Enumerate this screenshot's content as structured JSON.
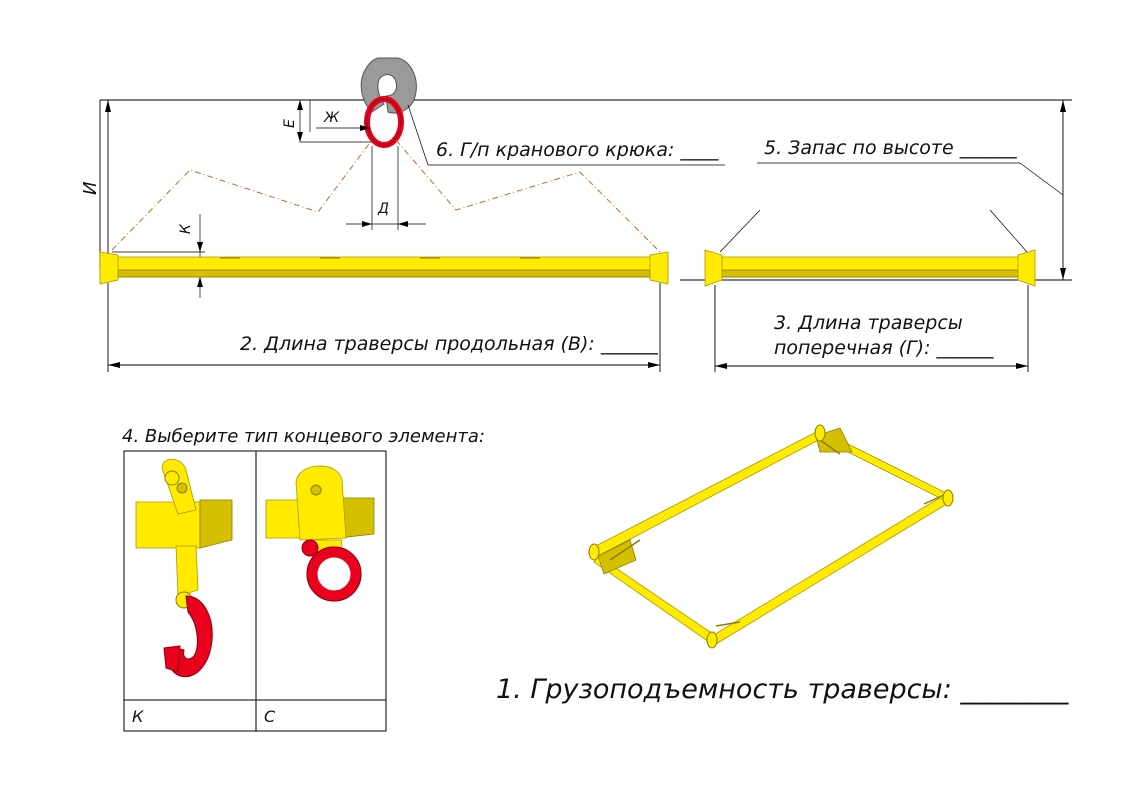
{
  "labels": {
    "hook_opening": "6. Г/п кранового крюка: ____",
    "height_reserve": "5. Запас по высоте ______",
    "long_length": "2. Длина траверсы продольная (В): ______",
    "cross_length_line1": "3. Длина траверсы",
    "cross_length_line2": "поперечная (Г): ______",
    "end_type_title": "4. Выберите тип концевого элемента:",
    "capacity": "1. Грузоподъемность траверсы: ________"
  },
  "dimension_letters": {
    "I": "И",
    "E": "Е",
    "Zh": "Ж",
    "D": "Д",
    "K": "К"
  },
  "options": [
    {
      "code": "К"
    },
    {
      "code": "С"
    }
  ],
  "colors": {
    "beam": "#ffea00",
    "hook_ring": "#e8001c",
    "crane_hook": "#9a9a9a",
    "sling": "#c06a2a"
  }
}
